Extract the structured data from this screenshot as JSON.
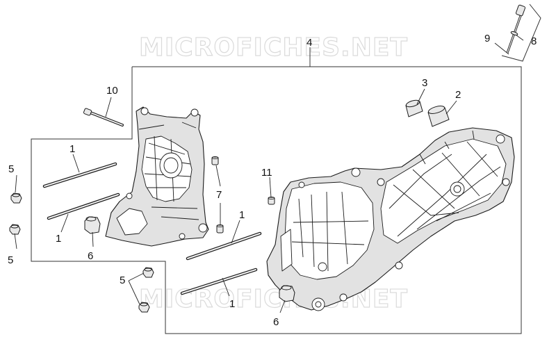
{
  "watermark": {
    "text": "MICROFICHES.NET"
  },
  "callouts": [
    {
      "id": "c1a",
      "label": "1"
    },
    {
      "id": "c1b",
      "label": "1"
    },
    {
      "id": "c1c",
      "label": "1"
    },
    {
      "id": "c1d",
      "label": "1"
    },
    {
      "id": "c2",
      "label": "2"
    },
    {
      "id": "c3",
      "label": "3"
    },
    {
      "id": "c4",
      "label": "4"
    },
    {
      "id": "c5a",
      "label": "5"
    },
    {
      "id": "c5b",
      "label": "5"
    },
    {
      "id": "c5c",
      "label": "5"
    },
    {
      "id": "c6a",
      "label": "6"
    },
    {
      "id": "c6b",
      "label": "6"
    },
    {
      "id": "c7",
      "label": "7"
    },
    {
      "id": "c8",
      "label": "8"
    },
    {
      "id": "c9",
      "label": "9"
    },
    {
      "id": "c10",
      "label": "10"
    },
    {
      "id": "c11",
      "label": "11"
    }
  ]
}
